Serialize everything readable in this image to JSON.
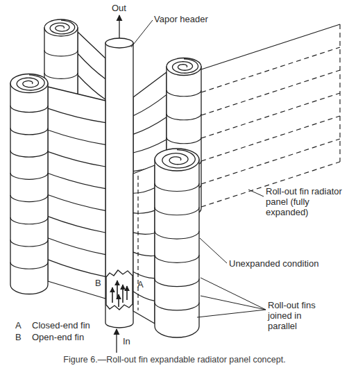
{
  "diagram": {
    "caption": "Figure 6.—Roll-out fin expandable radiator panel concept.",
    "labels": [
      "Out",
      "Vapor header",
      "Roll-out fin radiator panel (fully expanded)",
      "B",
      "A",
      "Unexpanded condition",
      "Roll-out fins joined in parallel",
      "In",
      "A",
      "B"
    ],
    "legend": [
      {
        "text": "Closed-end fin"
      },
      {
        "text": "Open-end fin"
      }
    ]
  }
}
